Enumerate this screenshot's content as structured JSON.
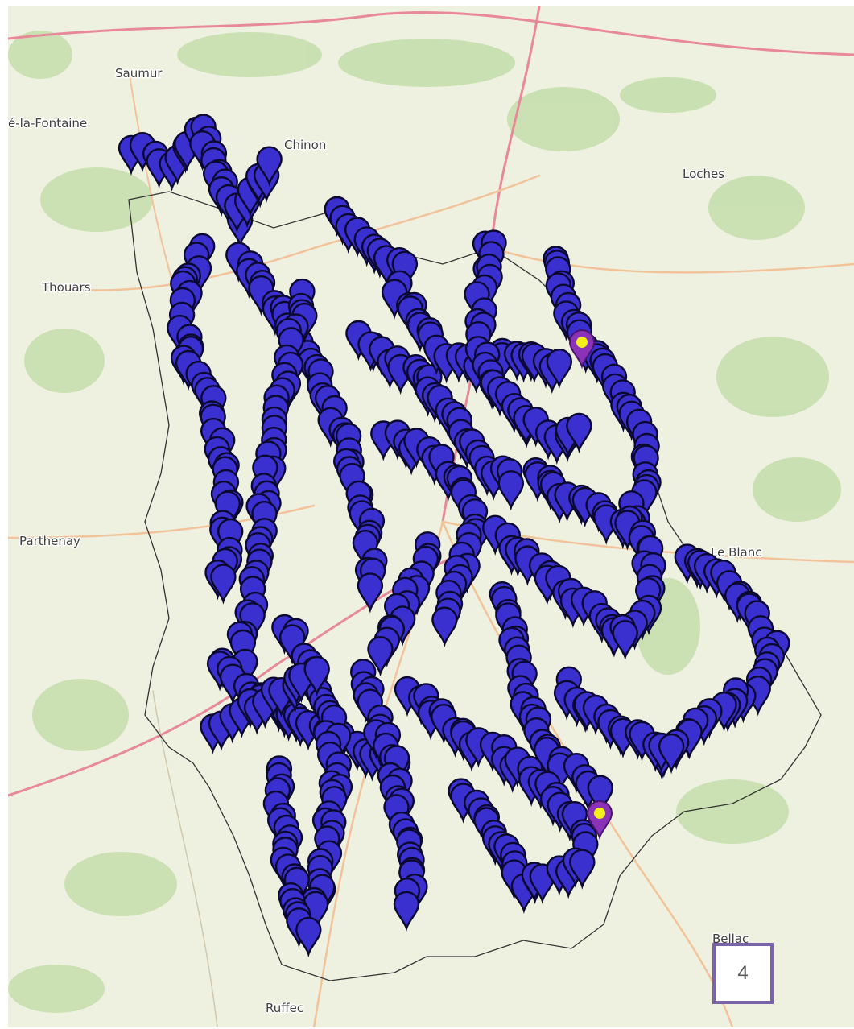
{
  "header": {
    "title_fragment": ""
  },
  "map": {
    "places": [
      {
        "id": "saumur",
        "label": "Saumur"
      },
      {
        "id": "montreuil",
        "label": "é-la-Fontaine"
      },
      {
        "id": "chinon",
        "label": "Chinon"
      },
      {
        "id": "loches",
        "label": "Loches"
      },
      {
        "id": "thouars",
        "label": "Thouars"
      },
      {
        "id": "parthenay",
        "label": "Parthenay"
      },
      {
        "id": "le-blanc",
        "label": "Le Blanc"
      },
      {
        "id": "bellac",
        "label": "Bellac"
      },
      {
        "id": "ruffec",
        "label": "Ruffec"
      }
    ],
    "marker_colors": {
      "fill": "#3a2fcf",
      "outline": "#0c0930",
      "highlight_fill": "#8a33b8",
      "highlight_dot": "#f2ef1a"
    },
    "highlighted_markers": 2,
    "background_colors": {
      "base": "#eef0e0",
      "forest": "#c6dfae",
      "motorway": "#e8899a",
      "trunk": "#f2c39a",
      "boundary": "#333333"
    }
  },
  "footer": {
    "page_number": "4"
  }
}
